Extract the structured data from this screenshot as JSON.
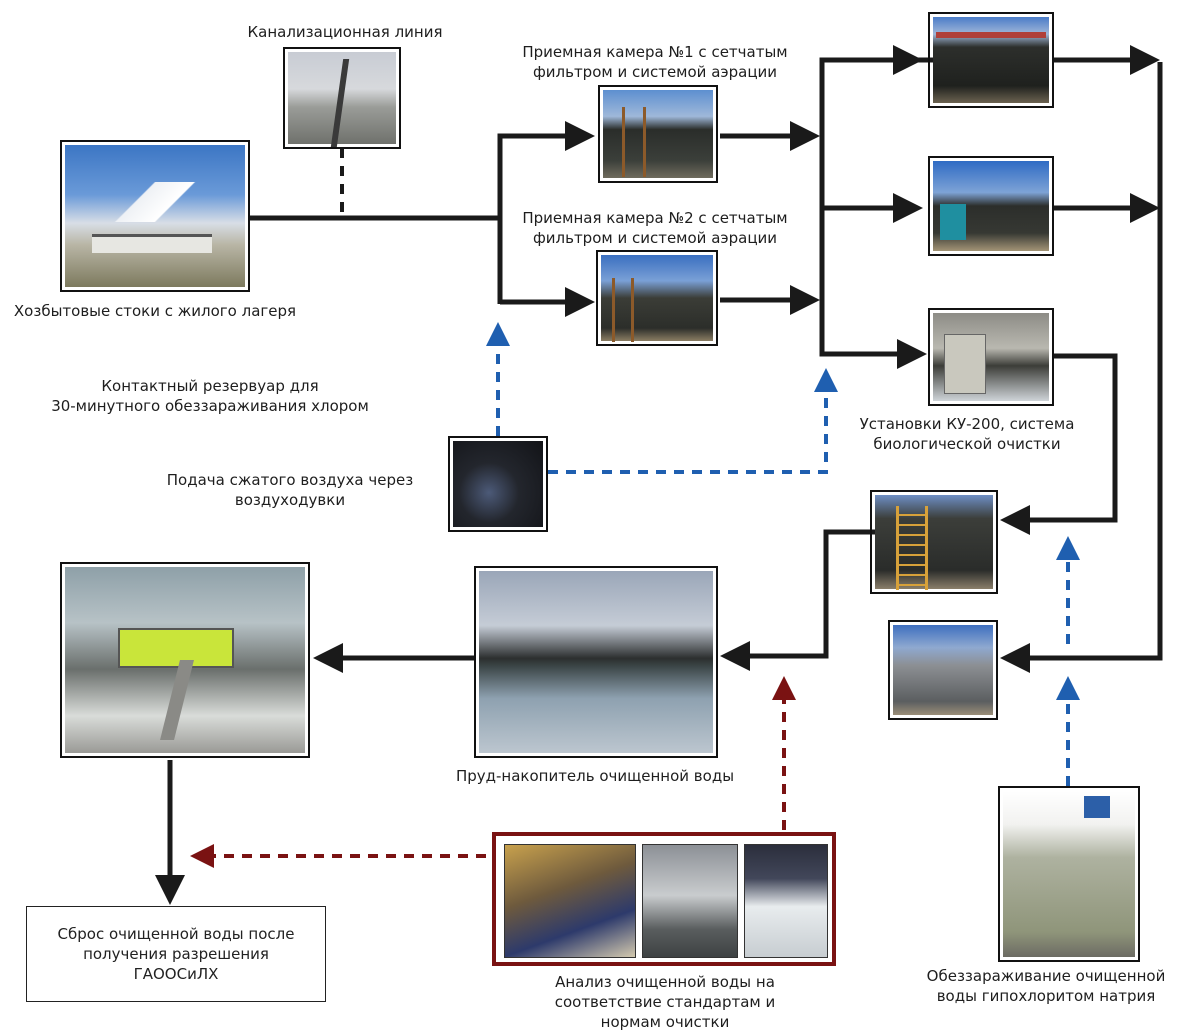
{
  "labels": {
    "sewer_line": "Канализационная линия",
    "chamber1": "Приемная камера №1 с сетчатым\nфильтром и системой аэрации",
    "chamber2": "Приемная камера №2 с сетчатым\nфильтром и системой аэрации",
    "domestic_sewage": "Хозбытовые стоки с жилого лагеря",
    "contact_tank": "Контактный резервуар для\n30-минутного обеззараживания хлором",
    "air_supply": "Подача сжатого воздуха через\nвоздуходувки",
    "ku200": "Установки КУ-200, система\nбиологической очистки",
    "pond": "Пруд-накопитель очищенной воды",
    "discharge": "Сброс очищенной воды после\nполучения разрешения\nГАООСиЛХ",
    "analysis": "Анализ очищенной воды на\nсоответствие стандартам и\nнормам очистки",
    "hypochlorite": "Обеззараживание очищенной\nводы гипохлоритом натрия"
  },
  "colors": {
    "flow_line": "#1a1a1a",
    "air_line": "#1f5fb0",
    "analysis_line": "#7a1212",
    "lab_frame": "#7a1212"
  }
}
